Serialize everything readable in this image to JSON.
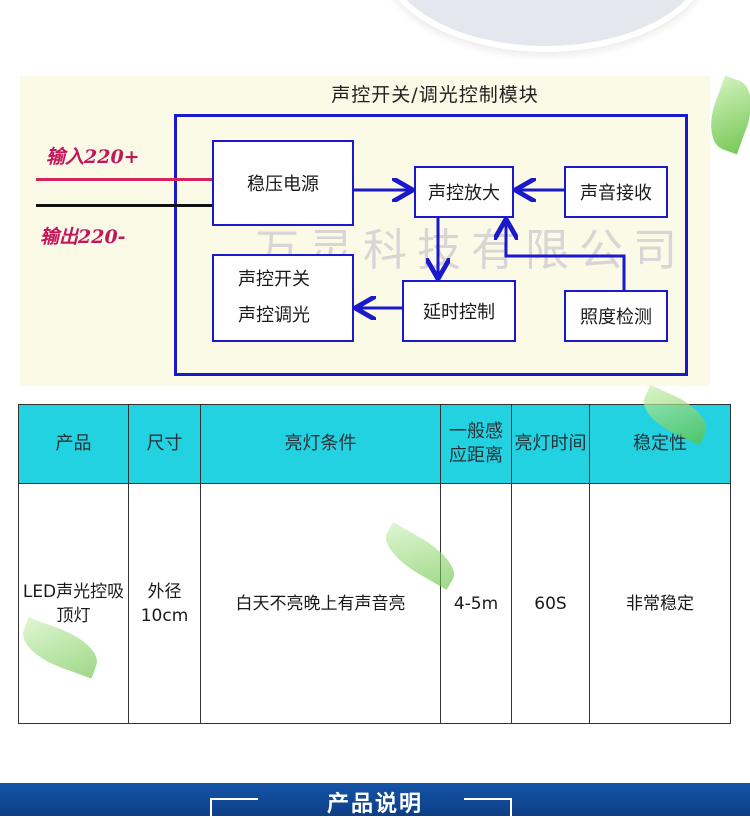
{
  "diagram": {
    "title": "声控开关/调光控制模块",
    "wire_in": "输入220+",
    "wire_out": "输出220-",
    "blocks": {
      "regulator": "稳压电源",
      "amplifier": "声控放大",
      "receiver": "声音接收",
      "switch_line1": "声控开关",
      "switch_line2": "声控调光",
      "delay": "延时控制",
      "light": "照度检测"
    },
    "watermark": "万灵科技有限公司"
  },
  "table": {
    "headers": [
      "产品",
      "尺寸",
      "亮灯条件",
      "一般感应距离",
      "亮灯时间",
      "稳定性"
    ],
    "row": [
      "LED声光控吸顶灯",
      "外径10cm",
      "白天不亮晚上有声音亮",
      "4-5m",
      "60S",
      "非常稳定"
    ]
  },
  "footer": {
    "title": "产品说明"
  },
  "colors": {
    "line": "#1a1acc",
    "wire_live": "#d6235d",
    "header_bg": "#22d2e0",
    "footer_bg": "#1554a8"
  }
}
